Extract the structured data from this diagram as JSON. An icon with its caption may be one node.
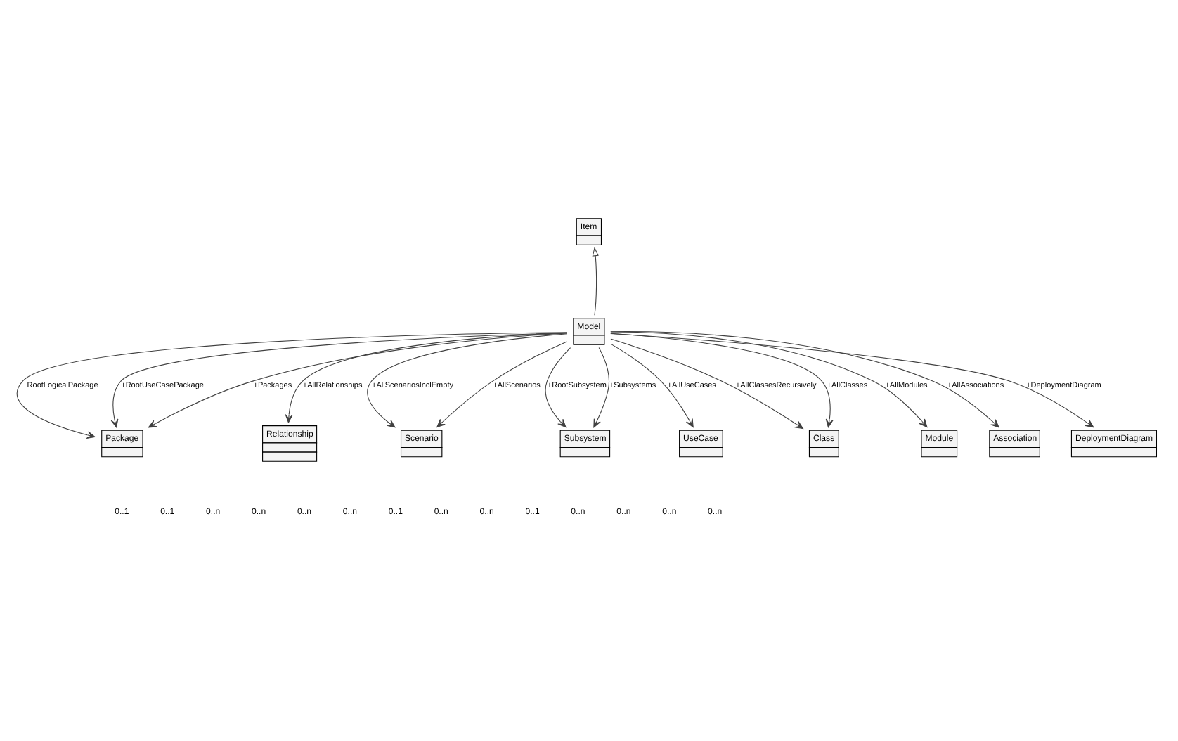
{
  "diagram": {
    "nodes": [
      {
        "text": [
          "Item"
        ]
      },
      {
        "text": [
          "Package"
        ]
      },
      {
        "text": [
          "Relationship"
        ]
      },
      {
        "text": [
          "Model"
        ]
      },
      {
        "text": [
          "Scenario"
        ]
      },
      {
        "text": [
          "Subsystem"
        ]
      },
      {
        "text": [
          "UseCase"
        ]
      },
      {
        "text": [
          "Class"
        ]
      },
      {
        "text": [
          "Module"
        ]
      },
      {
        "text": [
          "Association"
        ]
      },
      {
        "text": [
          "DeploymentDiagram"
        ]
      }
    ],
    "edges": [
      {
        "from": 3,
        "to": 0,
        "arrow": "to"
      },
      {
        "from": 3,
        "to": 1,
        "arrow": "to",
        "label": "+RootLogicalPackage"
      },
      {
        "from": 3,
        "to": 1,
        "arrow": "to",
        "label": "+RootUseCasePackage"
      },
      {
        "from": 3,
        "to": 1,
        "arrow": "to",
        "label": "+Packages"
      },
      {
        "from": 3,
        "to": 2,
        "arrow": "to",
        "label": "+AllRelationships"
      },
      {
        "from": 3,
        "to": 4,
        "arrow": "to",
        "label": "+AllScenariosInclEmpty"
      },
      {
        "from": 3,
        "to": 4,
        "arrow": "to",
        "label": "+AllScenarios"
      },
      {
        "from": 3,
        "to": 5,
        "arrow": "to",
        "label": "+RootSubsystem"
      },
      {
        "from": 3,
        "to": 5,
        "arrow": "to",
        "label": "+Subsystems"
      },
      {
        "from": 3,
        "to": 6,
        "arrow": "to",
        "label": "+AllUseCases"
      },
      {
        "from": 3,
        "to": 10,
        "arrow": "to",
        "label": "+DeploymentDiagram"
      },
      {
        "from": 3,
        "to": 9,
        "arrow": "to",
        "label": "+AllAssociations"
      },
      {
        "from": 3,
        "to": 8,
        "arrow": "to",
        "label": "+AllModules"
      },
      {
        "from": 3,
        "to": 7,
        "arrow": "to",
        "label": "+AllClassesRecursively"
      },
      {
        "from": 3,
        "to": 7,
        "arrow": "to",
        "label": "+AllClasses"
      }
    ],
    "labels": [
      "0..1",
      "0..1",
      "0..n",
      "0..n",
      "0..n",
      "0..n",
      "0..1",
      "0..n",
      "0..n",
      "0..1",
      "0..n",
      "0..n",
      "0..n",
      "0..n"
    ]
  }
}
